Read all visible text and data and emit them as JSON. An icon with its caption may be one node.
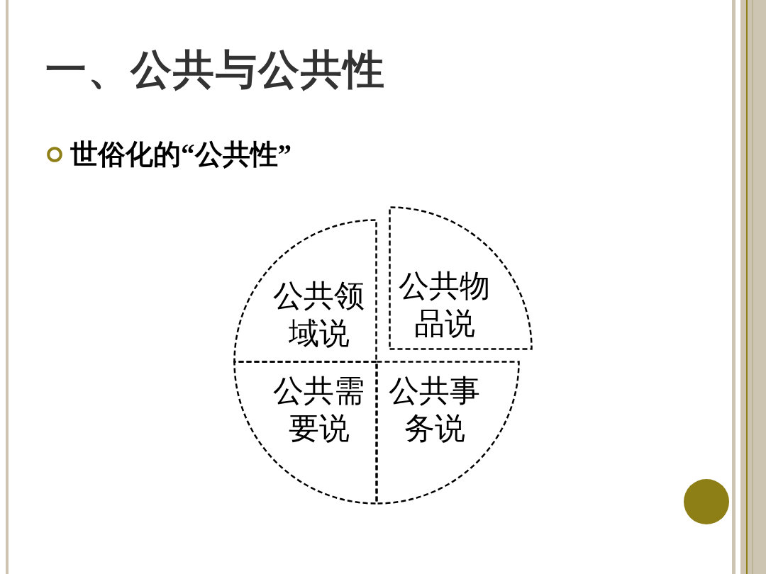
{
  "diagram": {
    "title": "一、公共与公共性",
    "nodes": [
      {
        "text": [
          "公共领域说"
        ]
      },
      {
        "text": [
          "公共物品说"
        ]
      },
      {
        "text": [
          "公共需要说"
        ]
      },
      {
        "text": [
          "公共事务说"
        ]
      }
    ],
    "labels": [
      "世俗化的“公共性”"
    ]
  }
}
